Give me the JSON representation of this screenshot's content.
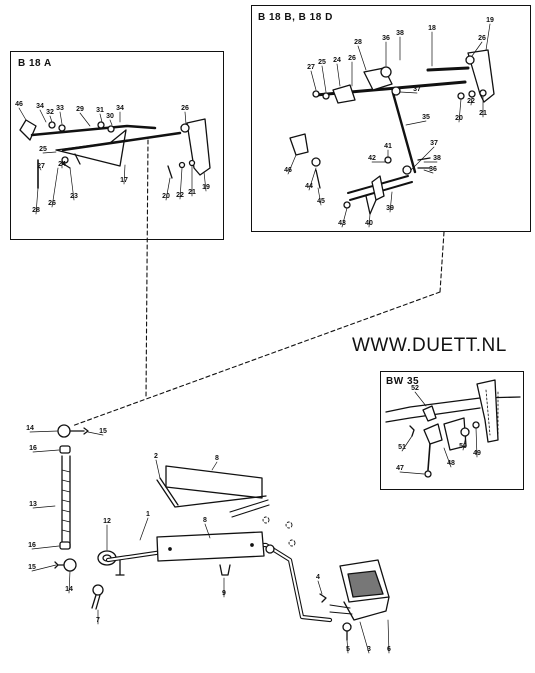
{
  "insets": {
    "b18a": {
      "title": "B 18 A"
    },
    "b18bd": {
      "title": "B 18 B, B 18 D"
    },
    "bw35": {
      "title": "BW 35"
    }
  },
  "watermark": "WWW.DUETT.NL",
  "main_labels": [
    "1",
    "2",
    "3",
    "4",
    "5",
    "6",
    "7",
    "8",
    "8",
    "9",
    "12",
    "13",
    "14",
    "14",
    "15",
    "15",
    "16",
    "16"
  ],
  "b18a_labels": [
    "46",
    "34",
    "32",
    "33",
    "29",
    "31",
    "30",
    "34",
    "26",
    "25",
    "24",
    "27",
    "28",
    "26",
    "23",
    "17",
    "20",
    "22",
    "21",
    "19"
  ],
  "b18bd_labels": [
    "28",
    "36",
    "38",
    "18",
    "19",
    "27",
    "25",
    "24",
    "26",
    "26",
    "37",
    "22",
    "20",
    "21",
    "35",
    "46",
    "44",
    "45",
    "42",
    "41",
    "37",
    "38",
    "36",
    "43",
    "40",
    "39"
  ],
  "bw35_labels": [
    "52",
    "51",
    "47",
    "48",
    "50",
    "49"
  ],
  "colors": {
    "ink": "#111111",
    "paper": "#ffffff",
    "shade": "#9a9a9a"
  }
}
